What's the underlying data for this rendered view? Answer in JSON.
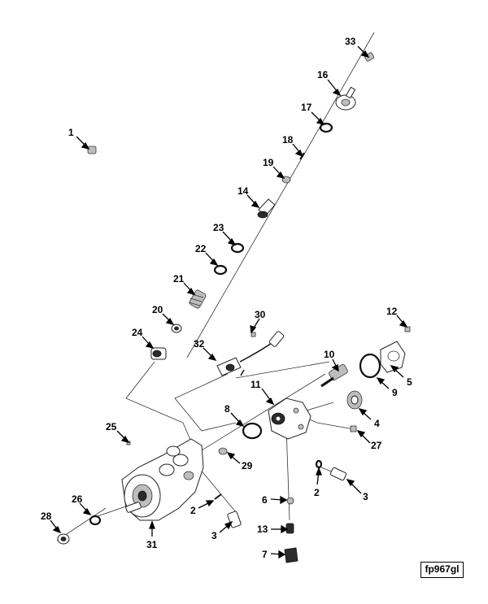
{
  "figure": {
    "reference_code": "fp967gl",
    "callouts": [
      "1",
      "2",
      "2",
      "3",
      "3",
      "4",
      "5",
      "6",
      "7",
      "8",
      "9",
      "10",
      "11",
      "12",
      "13",
      "14",
      "16",
      "17",
      "18",
      "19",
      "20",
      "21",
      "22",
      "23",
      "24",
      "25",
      "26",
      "27",
      "28",
      "29",
      "30",
      "31",
      "32",
      "33"
    ]
  }
}
